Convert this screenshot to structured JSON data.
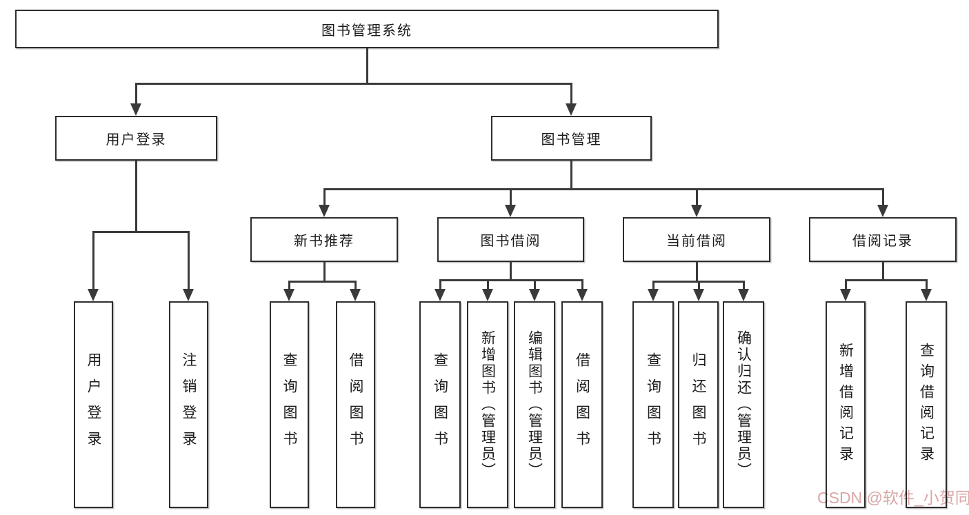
{
  "page": {
    "background": "#ffffff"
  },
  "colors": {
    "background": "#ffffff",
    "line": "#3a3a3a",
    "box_border": "#2d2d2d",
    "box_fill": "#ffffff",
    "text": "#1c1c1c"
  },
  "watermark": {
    "text": "CSDN @软件_小贺同学",
    "color": "#d9a6a6"
  },
  "diagram": {
    "type": "tree",
    "root": {
      "label": "图书管理系统"
    },
    "children": [
      {
        "label": "用户登录",
        "children": [
          {
            "label": "用户登录"
          },
          {
            "label": "注销登录"
          }
        ]
      },
      {
        "label": "图书管理",
        "children": [
          {
            "label": "新书推荐",
            "children": [
              {
                "label": "查询图书"
              },
              {
                "label": "借阅图书"
              }
            ]
          },
          {
            "label": "图书借阅",
            "children": [
              {
                "label": "查询图书"
              },
              {
                "label": "新增图书（管理员）"
              },
              {
                "label": "编辑图书（管理员）"
              },
              {
                "label": "借阅图书"
              }
            ]
          },
          {
            "label": "当前借阅",
            "children": [
              {
                "label": "查询图书"
              },
              {
                "label": "归还图书"
              },
              {
                "label": "确认归还（管理员）"
              }
            ]
          },
          {
            "label": "借阅记录",
            "children": [
              {
                "label": "新增借阅记录"
              },
              {
                "label": "查询借阅记录"
              }
            ]
          }
        ]
      }
    ]
  }
}
